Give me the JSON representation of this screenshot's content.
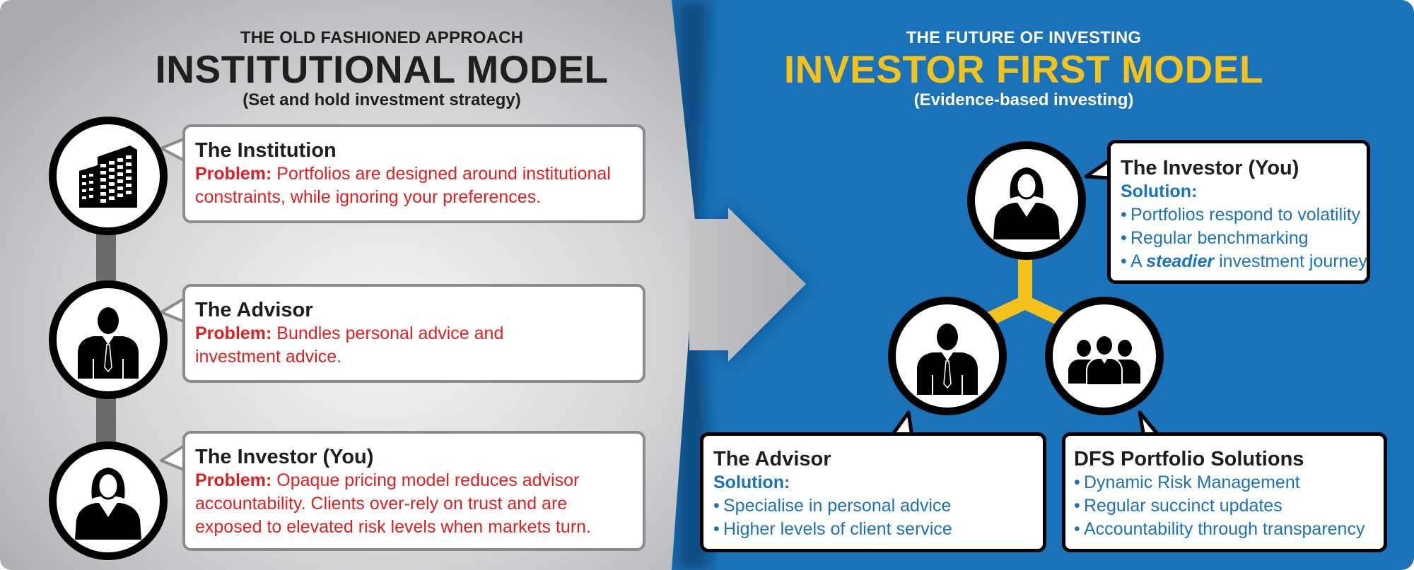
{
  "left": {
    "eyebrow": "THE OLD FASHIONED APPROACH",
    "title": "INSTITUTIONAL MODEL",
    "subtitle": "(Set and hold investment strategy)",
    "cards": [
      {
        "title": "The Institution",
        "label": "Problem:",
        "text": " Portfolios are designed around institutional constraints, while ignoring your preferences.",
        "icon": "building-icon"
      },
      {
        "title": "The Advisor",
        "label": "Problem:",
        "text": " Bundles personal advice and investment advice.",
        "icon": "businessman-icon"
      },
      {
        "title": "The Investor (You)",
        "label": "Problem:",
        "text": " Opaque pricing model reduces advisor accountability. Clients over-rely on trust and are exposed to elevated risk levels when markets turn.",
        "icon": "businesswoman-icon"
      }
    ]
  },
  "right": {
    "eyebrow": "THE FUTURE OF INVESTING",
    "title": "INVESTOR FIRST MODEL",
    "subtitle": "(Evidence-based investing)",
    "investor": {
      "title": "The Investor (You)",
      "label": "Solution:",
      "bullets": [
        "Portfolios respond to volatility",
        "Regular benchmarking"
      ],
      "last_prefix": "A ",
      "last_emphasis": "steadier",
      "last_suffix": " investment journey",
      "icon": "businesswoman-icon"
    },
    "advisor": {
      "title": "The Advisor",
      "label": "Solution:",
      "bullets": [
        "Specialise in personal advice",
        "Higher levels of client service"
      ],
      "icon": "businessman-icon"
    },
    "dfs": {
      "title": "DFS Portfolio Solutions",
      "bullets": [
        "Dynamic Risk Management",
        "Regular succinct updates",
        "Accountability through transparency"
      ],
      "icon": "team-icon"
    }
  },
  "bullet_char": "•",
  "colors": {
    "left_bg": "#c8c9cb",
    "right_bg": "#1a72b8",
    "accent_yellow": "#f4c21a",
    "problem_red": "#e02020",
    "solution_blue": "#1a72b8"
  }
}
